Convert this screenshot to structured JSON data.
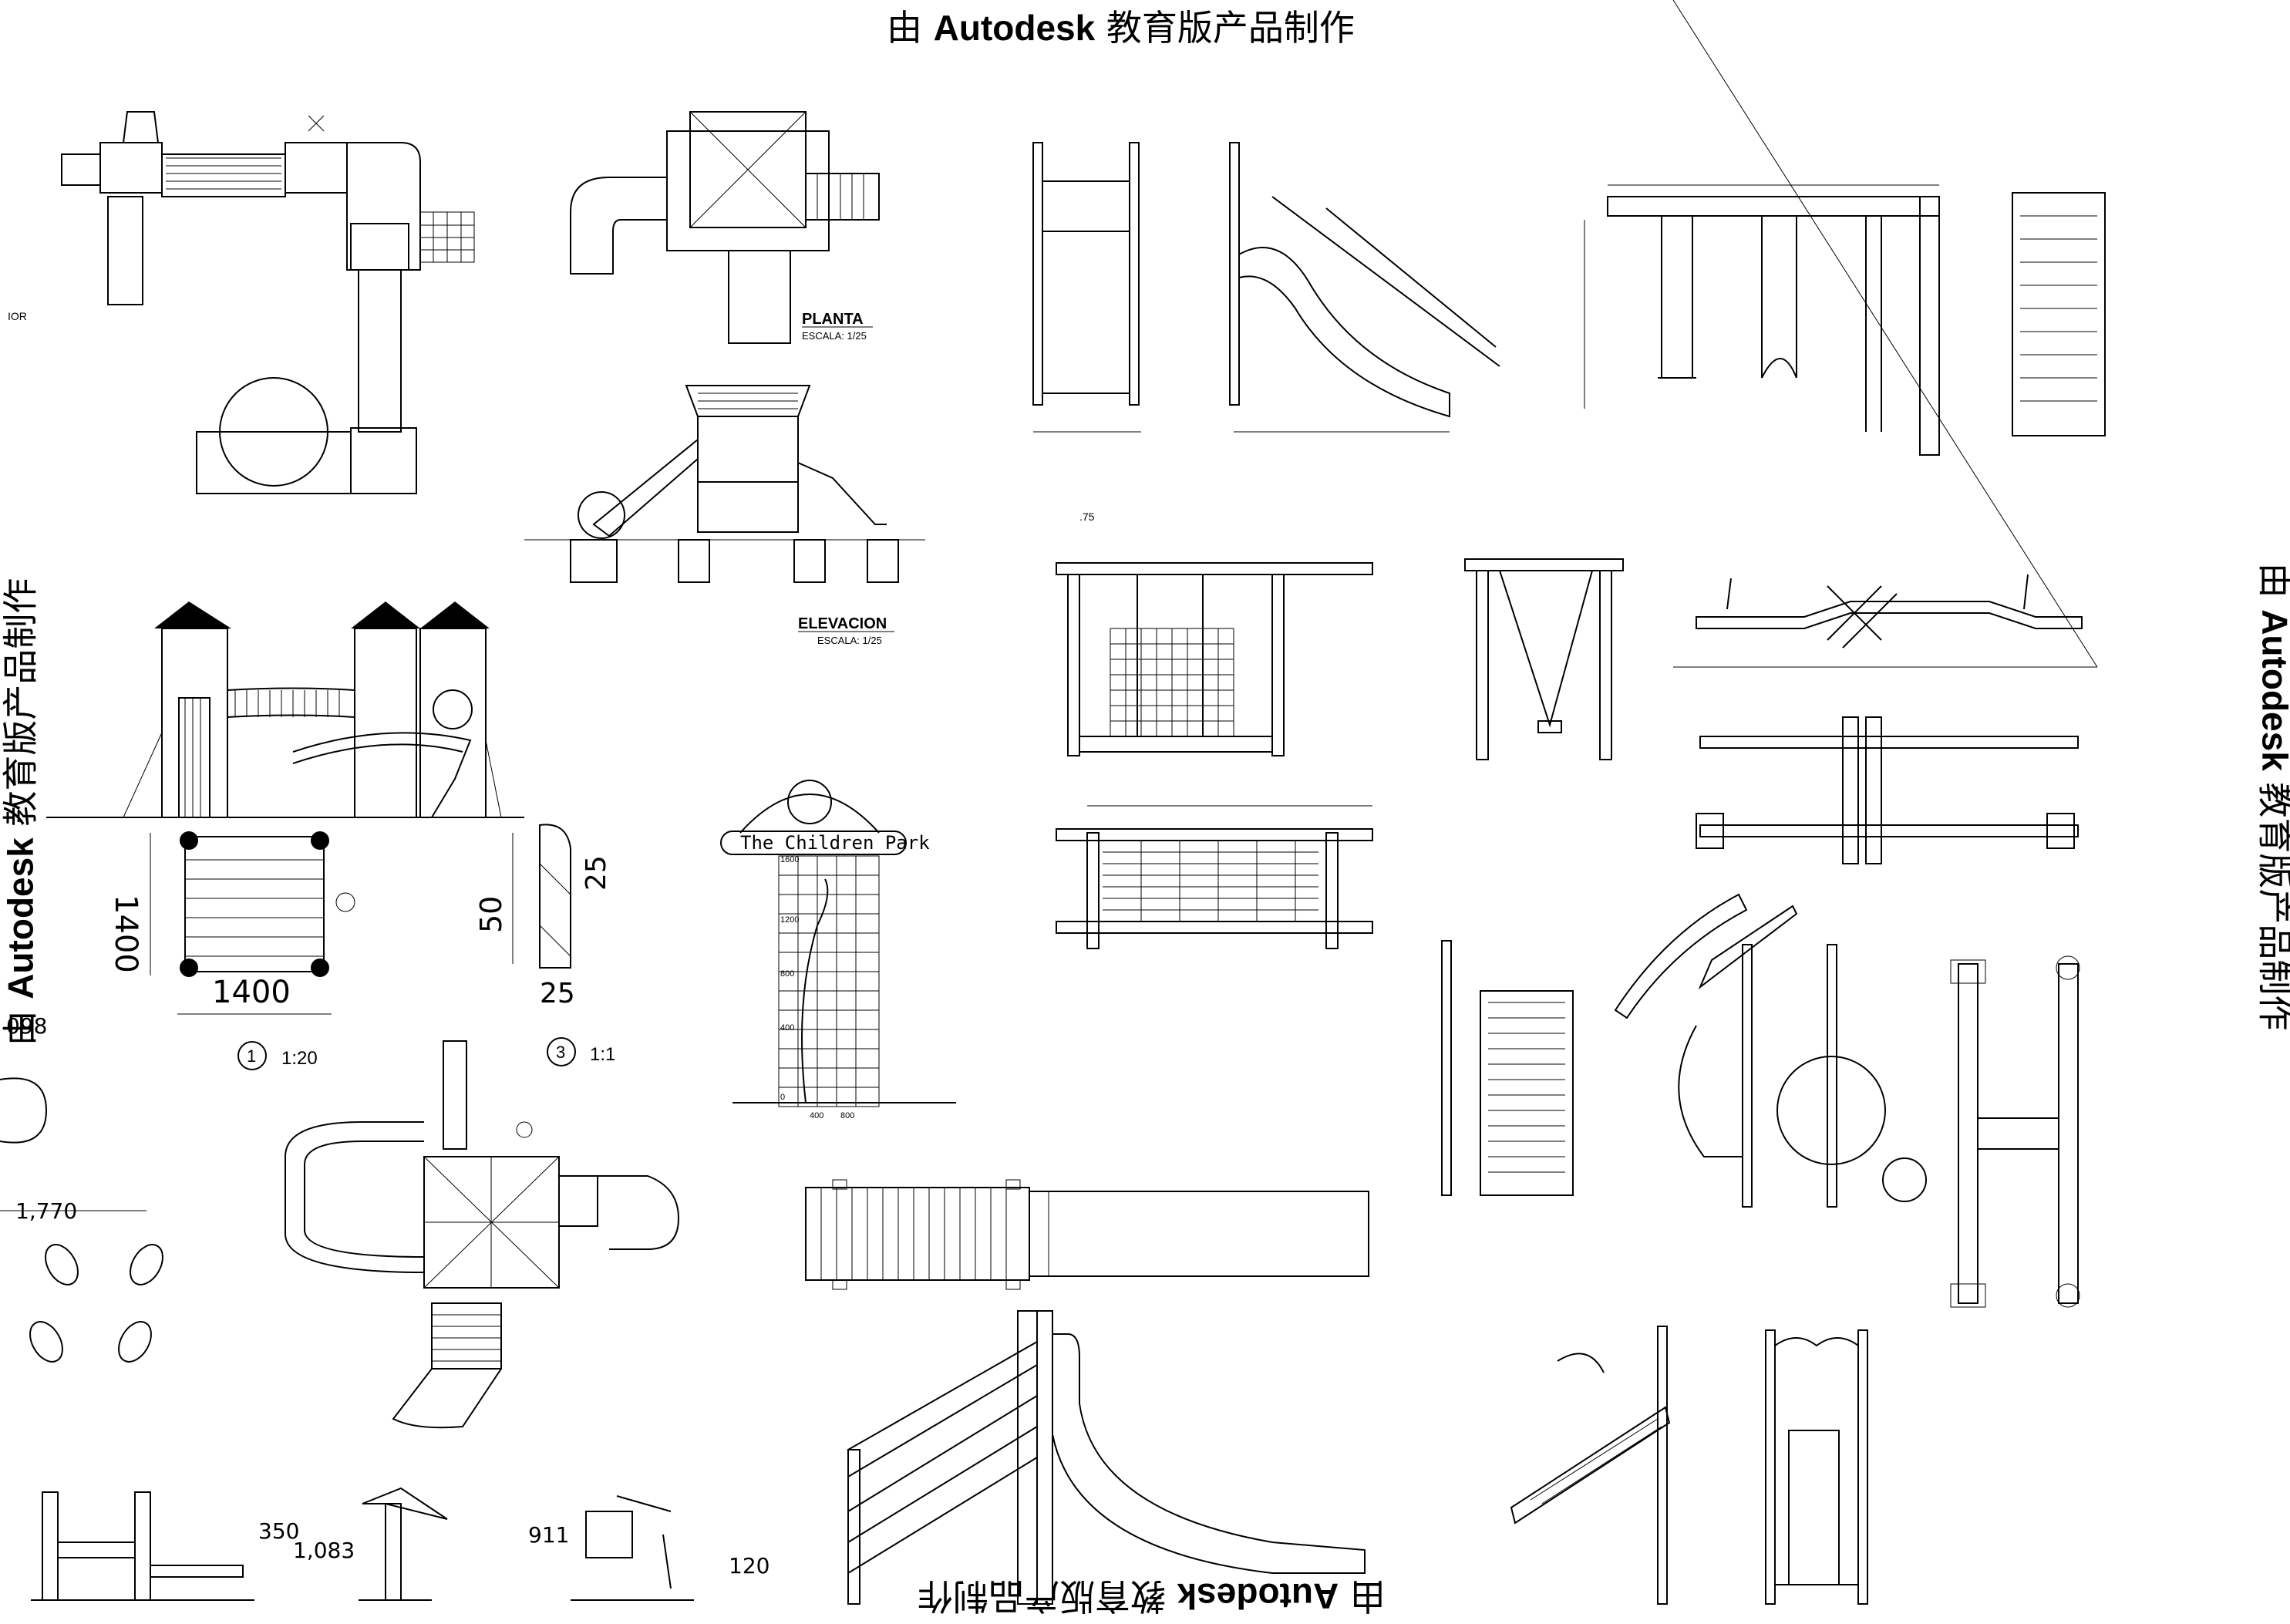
{
  "watermark": {
    "prefix": "由",
    "brand": "Autodesk",
    "suffix": "教育版产品制作"
  },
  "labels": {
    "planta_title": "PLANTA",
    "planta_scale": "ESCALA: 1/25",
    "elevacion_title": "ELEVACION",
    "elevacion_scale": "ESCALA: 1/25",
    "sign_text": "The Children Park",
    "dim_1400_v": "1400",
    "dim_1400_h": "1400",
    "detail1_num": "1",
    "detail1_scale": "1:20",
    "dim_50": "50",
    "dim_25_a": "25",
    "dim_25_b": "25",
    "detail3_num": "3",
    "detail3_scale": "1:1",
    "dim_098": "098",
    "dim_1770": "1,770",
    "dim_350": "350",
    "dim_1083": "1,083",
    "dim_911": "911",
    "dim_120": "120",
    "dim_75": ".75",
    "or_text": "IOR",
    "grid_1600": "1600",
    "grid_1200": "1200",
    "grid_800": "800",
    "grid_400": "400",
    "grid_0": "0",
    "grid_x400": "400",
    "grid_x800": "800"
  }
}
